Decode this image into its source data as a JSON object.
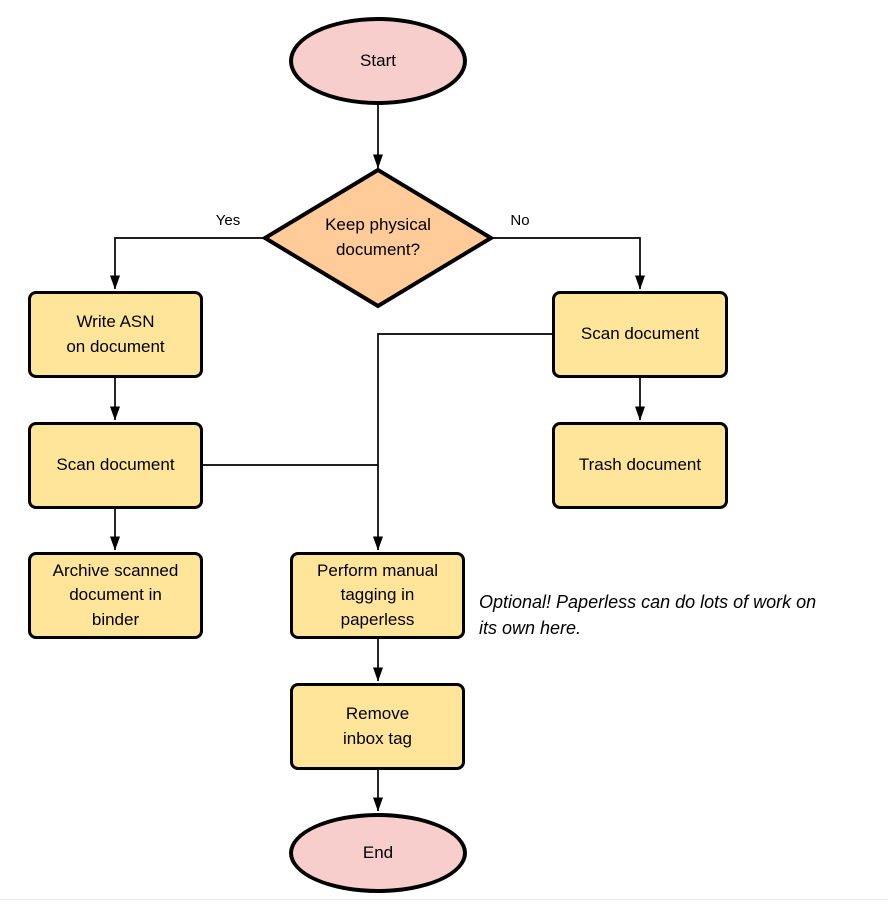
{
  "colors": {
    "pink": "#F8CECC",
    "orange": "#FFCC99",
    "yellow": "#FFE599",
    "stroke": "#000000",
    "background": "#FFFFFF",
    "divider": "#F1ECEC"
  },
  "nodes": {
    "start": {
      "label": "Start"
    },
    "decision": {
      "label": "Keep physical\ndocument?"
    },
    "write_asn": {
      "label": "Write ASN\non document"
    },
    "scan_left": {
      "label": "Scan document"
    },
    "archive": {
      "label": "Archive scanned\ndocument in\nbinder"
    },
    "scan_right": {
      "label": "Scan document"
    },
    "trash": {
      "label": "Trash document"
    },
    "tagging": {
      "label": "Perform manual\ntagging in\npaperless"
    },
    "remove_tag": {
      "label": "Remove\ninbox tag"
    },
    "end": {
      "label": "End"
    }
  },
  "edge_labels": {
    "yes": "Yes",
    "no": "No"
  },
  "annotation": {
    "text": "Optional! Paperless can do lots of work on\nits own here."
  }
}
